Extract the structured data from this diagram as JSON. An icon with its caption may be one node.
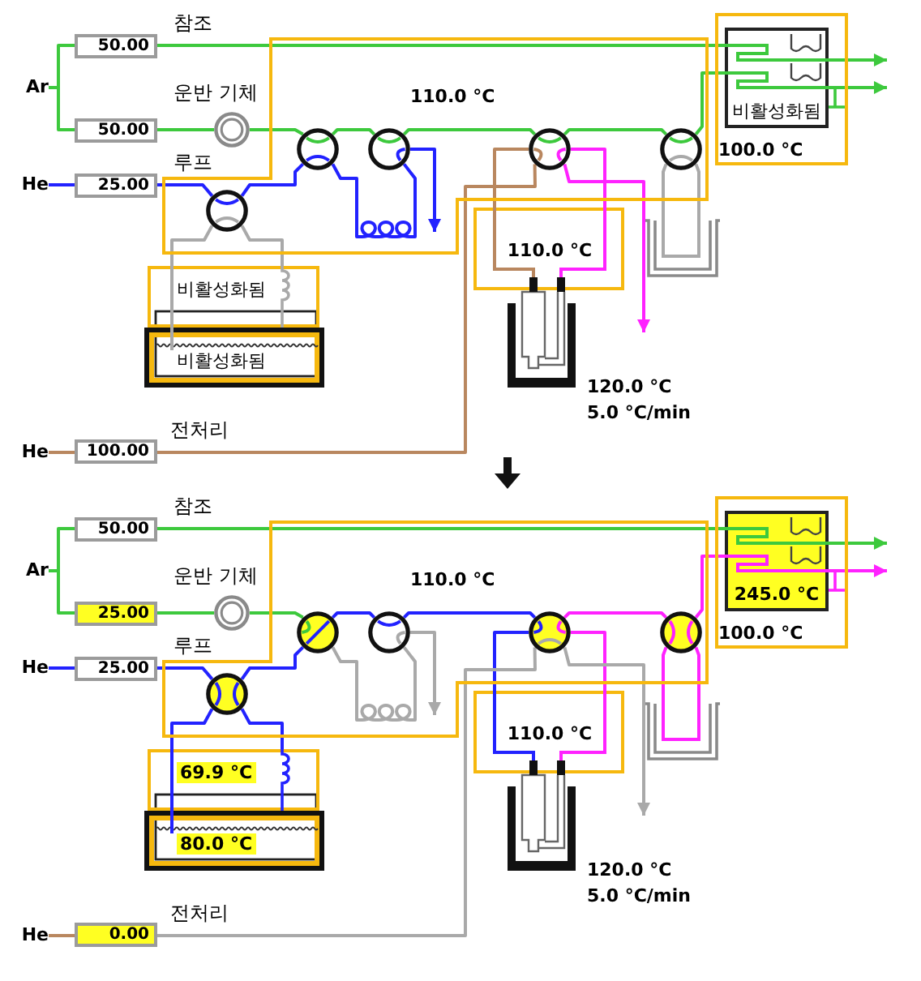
{
  "diagram": {
    "nodes": [
      {
        "text": [
          "Ar"
        ]
      },
      {
        "text": [
          "50.00"
        ],
        "beside": [
          "참조"
        ]
      },
      {
        "text": [
          "50.00"
        ]
      },
      {
        "text": [
          "He"
        ]
      },
      {
        "text": [
          "25.00"
        ],
        "beside": [
          "루프"
        ]
      },
      {
        "text": [],
        "shape": "circle",
        "beside": [
          "운반 기체"
        ]
      },
      {
        "text": [
          "110.0 °C"
        ]
      },
      {
        "text": [],
        "shape": "circle",
        "in": 6
      },
      {
        "text": [],
        "shape": "circle",
        "in": 6
      },
      {
        "text": [],
        "shape": "circle",
        "in": 6
      },
      {
        "text": [],
        "shape": "circle",
        "in": 6
      },
      {
        "text": [],
        "shape": "circle",
        "in": 6
      },
      {
        "text": [
          "100.0 °C"
        ]
      },
      {
        "text": [
          "비활성화됨"
        ],
        "in": 12
      },
      {
        "text": [
          "110.0 °C"
        ]
      },
      {
        "text": [],
        "shape": "picture"
      },
      {
        "text": [],
        "shape": "picture"
      },
      {
        "text": [
          "비활성화됨"
        ]
      },
      {
        "text": [
          "비활성화됨"
        ]
      },
      {
        "text": [
          "He"
        ]
      },
      {
        "text": [
          "100.00"
        ],
        "beside": [
          "전처리"
        ]
      },
      {
        "text": [
          "Ar"
        ]
      },
      {
        "text": [
          "50.00"
        ],
        "beside": [
          "참조"
        ]
      },
      {
        "text": [
          "25.00"
        ]
      },
      {
        "text": [
          "He"
        ]
      },
      {
        "text": [
          "25.00"
        ],
        "beside": [
          "루프"
        ]
      },
      {
        "text": [],
        "shape": "circle",
        "beside": [
          "운반 기체"
        ]
      },
      {
        "text": [
          "110.0 °C"
        ]
      },
      {
        "text": [],
        "shape": "circle",
        "in": 27
      },
      {
        "text": [],
        "shape": "circle",
        "in": 27
      },
      {
        "text": [],
        "shape": "circle",
        "in": 27
      },
      {
        "text": [],
        "shape": "circle",
        "in": 27
      },
      {
        "text": [],
        "shape": "circle",
        "in": 27
      },
      {
        "text": [
          "100.0 °C"
        ]
      },
      {
        "text": [
          "245.0 °C"
        ],
        "in": 33
      },
      {
        "text": [
          "110.0 °C"
        ]
      },
      {
        "text": [],
        "shape": "picture"
      },
      {
        "text": [],
        "shape": "picture"
      },
      {
        "text": [
          "69.9 °C"
        ]
      },
      {
        "text": [
          "80.0 °C"
        ]
      },
      {
        "text": [
          "He"
        ]
      },
      {
        "text": [
          "0.00"
        ],
        "beside": [
          "전처리"
        ]
      }
    ],
    "edges": [
      {
        "from": 0,
        "to": 1,
        "arrow": "none"
      },
      {
        "from": 0,
        "to": 2,
        "arrow": "none"
      },
      {
        "from": 1,
        "to": 13,
        "arrow": "none"
      },
      {
        "from": 13,
        "to": null,
        "arrow": "to"
      },
      {
        "from": 2,
        "to": 5,
        "arrow": "none"
      },
      {
        "from": 5,
        "to": 8,
        "arrow": "none"
      },
      {
        "from": 8,
        "to": 9,
        "arrow": "none"
      },
      {
        "from": 9,
        "to": 10,
        "arrow": "none"
      },
      {
        "from": 10,
        "to": 11,
        "arrow": "none"
      },
      {
        "from": 11,
        "to": 13,
        "arrow": "none"
      },
      {
        "from": 13,
        "to": null,
        "arrow": "to"
      },
      {
        "from": 3,
        "to": 4,
        "arrow": "none",
        "color": "#2222ff"
      },
      {
        "from": 4,
        "to": 7,
        "arrow": "none",
        "color": "#2222ff"
      },
      {
        "from": 7,
        "to": 8,
        "arrow": "none",
        "color": "#2222ff"
      },
      {
        "from": 8,
        "to": 9,
        "arrow": "none",
        "color": "#2222ff"
      },
      {
        "from": 9,
        "to": null,
        "arrow": "to",
        "color": "#2222ff"
      },
      {
        "from": 7,
        "to": 17,
        "arrow": "none",
        "color": "#a9a9a9"
      },
      {
        "from": 7,
        "to": 17,
        "arrow": "none",
        "color": "#a9a9a9"
      },
      {
        "from": 10,
        "to": 14,
        "arrow": "none",
        "color": "#b9875f"
      },
      {
        "from": 14,
        "to": 10,
        "arrow": "none",
        "color": "#ff22ff"
      },
      {
        "from": 10,
        "to": null,
        "arrow": "to",
        "color": "#ff22ff"
      },
      {
        "from": 11,
        "to": 16,
        "arrow": "none",
        "color": "#a9a9a9"
      },
      {
        "from": 16,
        "to": 11,
        "arrow": "none",
        "color": "#a9a9a9"
      },
      {
        "from": 19,
        "to": 20,
        "arrow": "none",
        "color": "#b9875f"
      },
      {
        "from": 20,
        "to": 10,
        "arrow": "none",
        "color": "#b9875f"
      },
      {
        "from": 21,
        "to": 22,
        "arrow": "none"
      },
      {
        "from": 21,
        "to": 23,
        "arrow": "none"
      },
      {
        "from": 22,
        "to": 34,
        "arrow": "none"
      },
      {
        "from": 34,
        "to": null,
        "arrow": "to"
      },
      {
        "from": 23,
        "to": 26,
        "arrow": "none"
      },
      {
        "from": 26,
        "to": 29,
        "arrow": "none"
      },
      {
        "from": 24,
        "to": 25,
        "arrow": "none",
        "color": "#2222ff"
      },
      {
        "from": 25,
        "to": 28,
        "arrow": "none",
        "color": "#2222ff"
      },
      {
        "from": 28,
        "to": 38,
        "arrow": "none",
        "color": "#2222ff"
      },
      {
        "from": 38,
        "to": 28,
        "arrow": "none",
        "color": "#2222ff"
      },
      {
        "from": 28,
        "to": 29,
        "arrow": "none",
        "color": "#2222ff"
      },
      {
        "from": 29,
        "to": 30,
        "arrow": "none",
        "color": "#2222ff"
      },
      {
        "from": 29,
        "to": 30,
        "arrow": "none",
        "color": "#a9a9a9"
      },
      {
        "from": 30,
        "to": null,
        "arrow": "to",
        "color": "#a9a9a9"
      },
      {
        "from": 30,
        "to": 31,
        "arrow": "none",
        "color": "#2222ff"
      },
      {
        "from": 31,
        "to": 35,
        "arrow": "none",
        "color": "#2222ff"
      },
      {
        "from": 35,
        "to": 31,
        "arrow": "none",
        "color": "#ff22ff"
      },
      {
        "from": 31,
        "to": 32,
        "arrow": "none",
        "color": "#ff22ff"
      },
      {
        "from": 32,
        "to": 37,
        "arrow": "none",
        "color": "#ff22ff"
      },
      {
        "from": 37,
        "to": 32,
        "arrow": "none",
        "color": "#ff22ff"
      },
      {
        "from": 32,
        "to": 34,
        "arrow": "none",
        "color": "#ff22ff"
      },
      {
        "from": 34,
        "to": null,
        "arrow": "to",
        "color": "#ff22ff"
      },
      {
        "from": 40,
        "to": 41,
        "arrow": "none",
        "color": "#b9875f"
      },
      {
        "from": 41,
        "to": 31,
        "arrow": "none",
        "color": "#a9a9a9"
      },
      {
        "from": 31,
        "to": null,
        "arrow": "to",
        "color": "#a9a9a9"
      }
    ],
    "labels": [
      "120.0 °C",
      "5.0 °C/min",
      "120.0 °C",
      "5.0 °C/min"
    ]
  }
}
